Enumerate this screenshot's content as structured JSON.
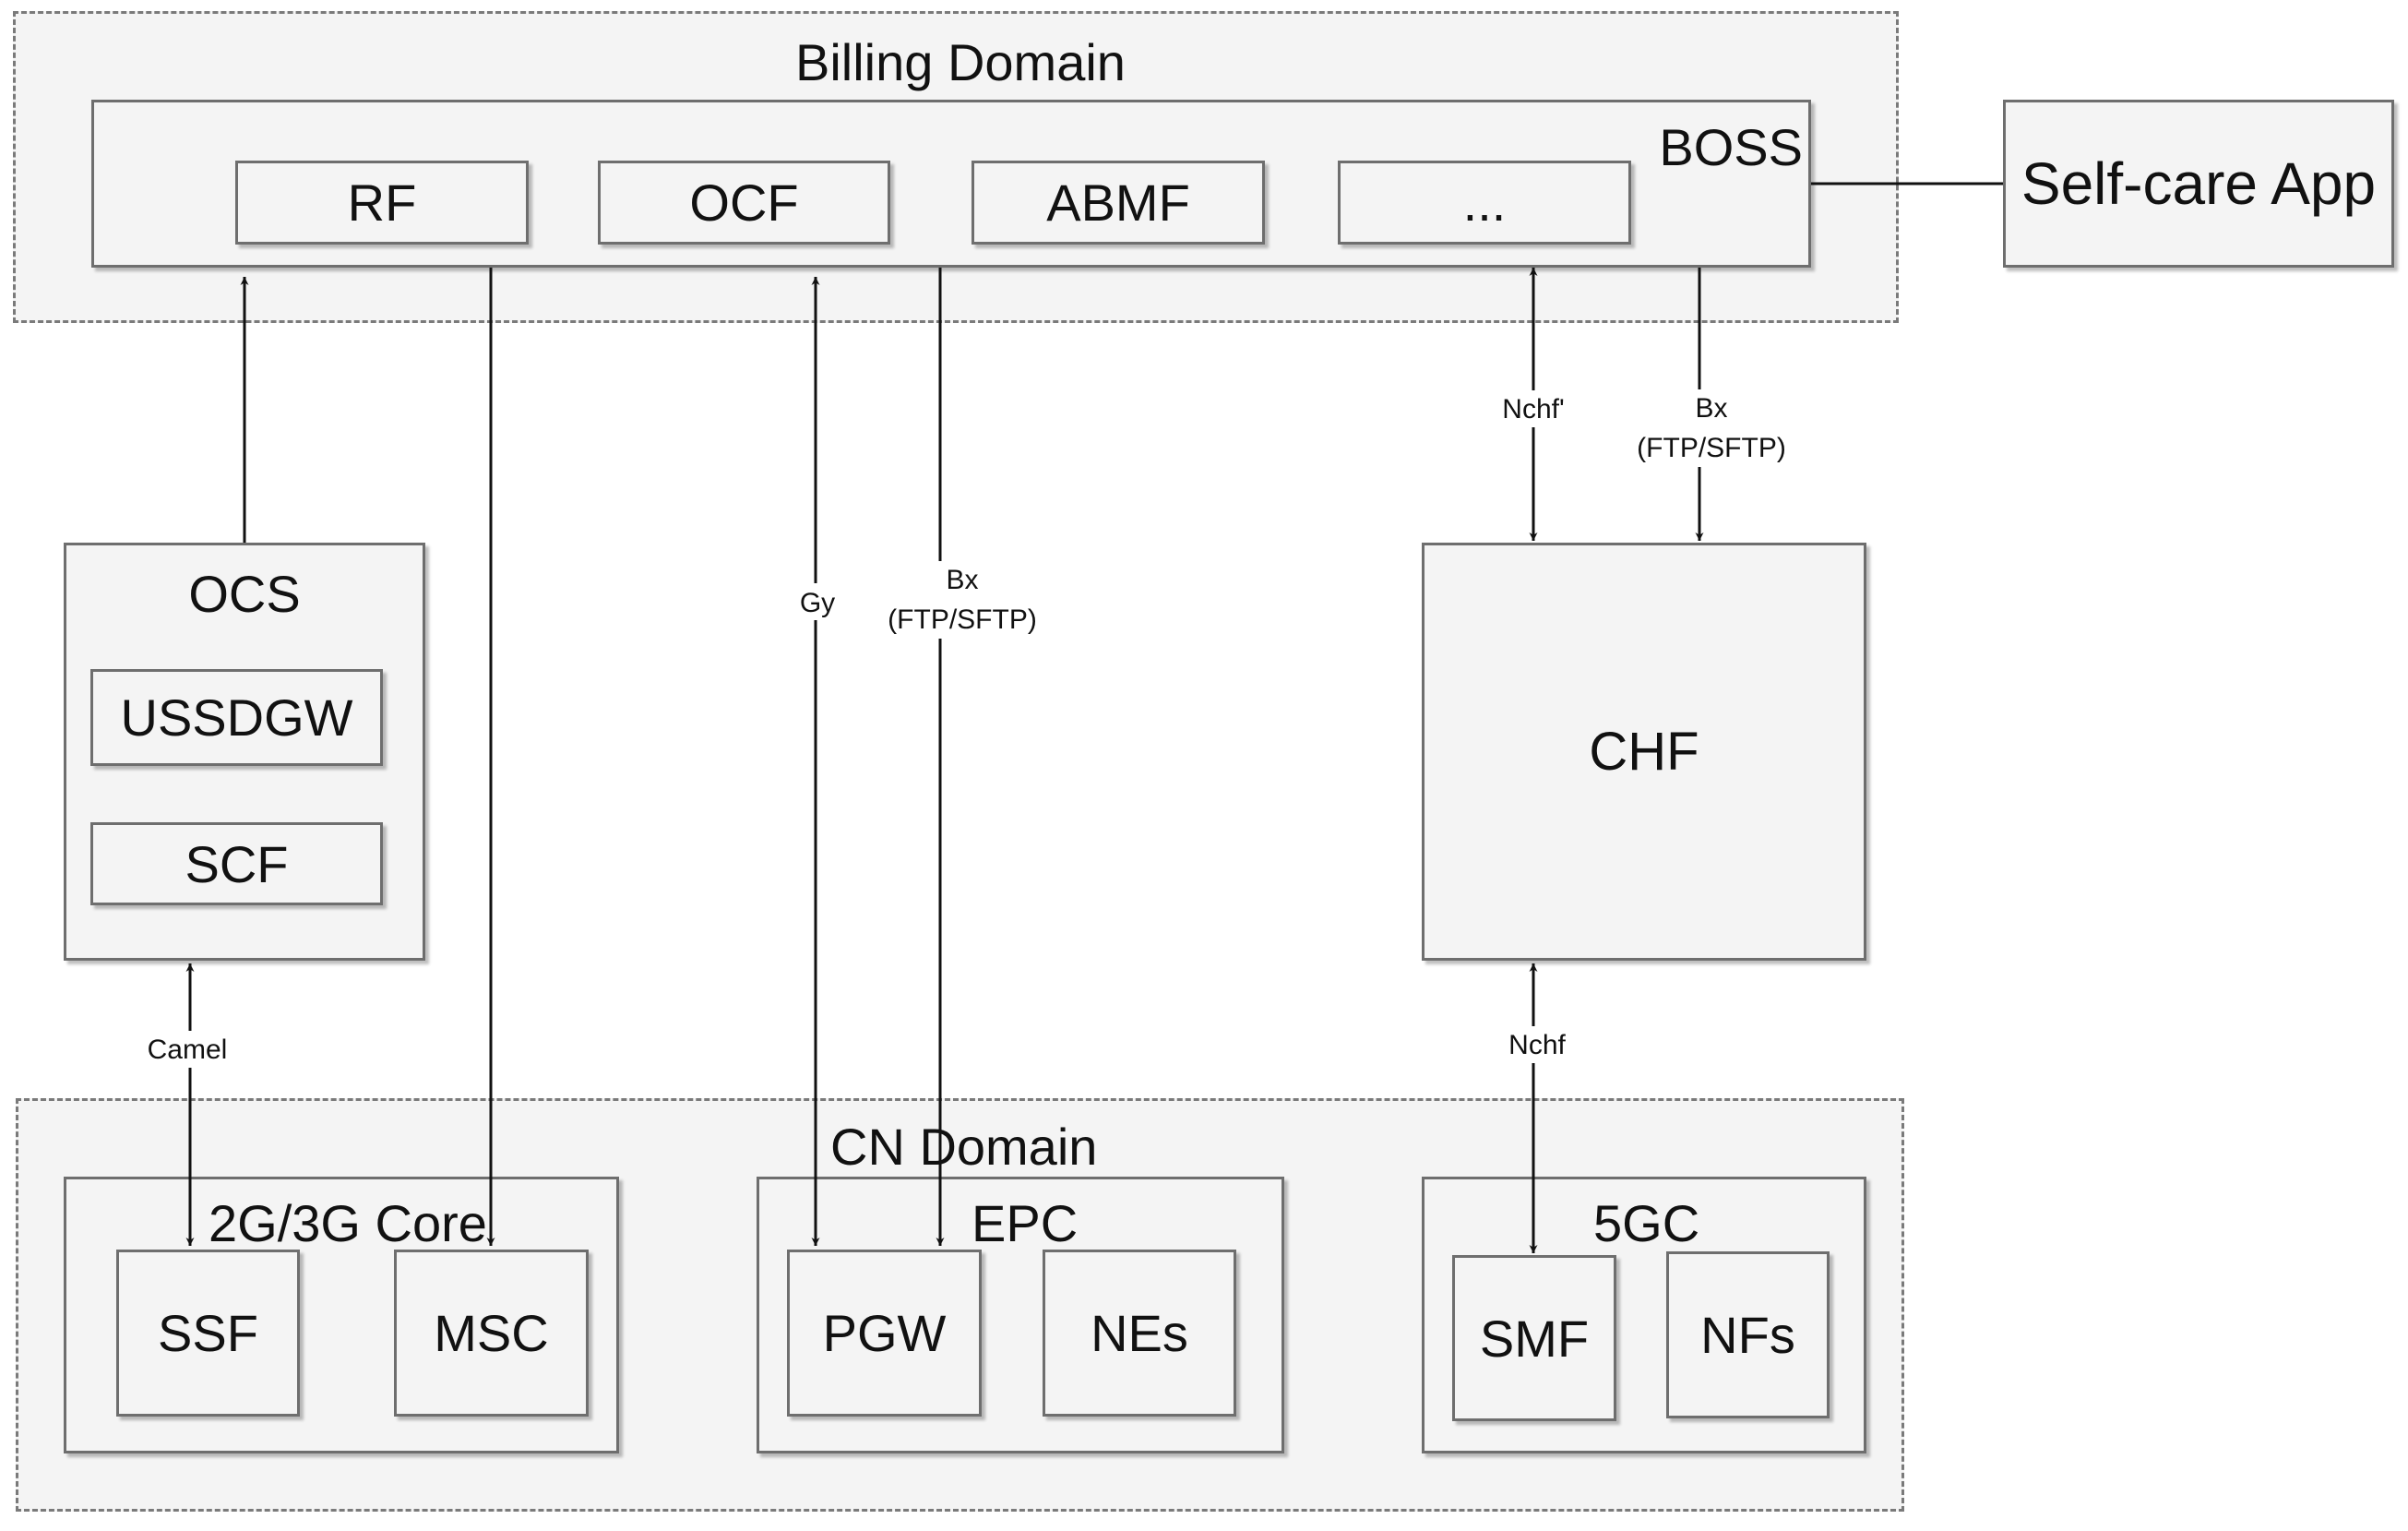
{
  "billing_domain": {
    "title": "Billing Domain",
    "boss": {
      "title": "BOSS",
      "modules": [
        "RF",
        "OCF",
        "ABMF",
        "..."
      ]
    }
  },
  "self_care_app": {
    "label": "Self-care App"
  },
  "ocs": {
    "title": "OCS",
    "modules": [
      "USSDGW",
      "SCF"
    ]
  },
  "chf": {
    "label": "CHF"
  },
  "cn_domain": {
    "title": "CN Domain",
    "core_2g3g": {
      "title": "2G/3G Core",
      "nodes": [
        "SSF",
        "MSC"
      ]
    },
    "epc": {
      "title": "EPC",
      "nodes": [
        "PGW",
        "NEs"
      ]
    },
    "fivegc": {
      "title": "5GC",
      "nodes": [
        "SMF",
        "NFs"
      ]
    }
  },
  "interfaces": {
    "gy": "Gy",
    "bx_epc": [
      "Bx",
      "(FTP/SFTP)"
    ],
    "nchf_prime": "Nchf'",
    "bx_chf": [
      "Bx",
      "(FTP/SFTP)"
    ],
    "camel": "Camel",
    "nchf": "Nchf"
  }
}
